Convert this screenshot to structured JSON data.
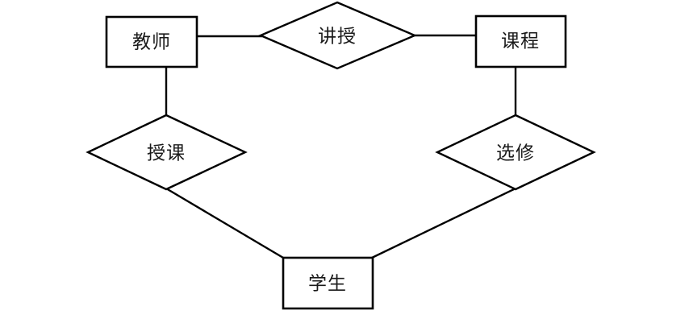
{
  "diagram": {
    "kind": "entity-relationship-diagram",
    "background_color": "#ffffff",
    "line_color": "#000000",
    "text_color": "#1a1a1a",
    "entities": [
      {
        "id": "teacher",
        "label": "教师",
        "shape": "rectangle"
      },
      {
        "id": "course",
        "label": "课程",
        "shape": "rectangle"
      },
      {
        "id": "student",
        "label": "学生",
        "shape": "rectangle"
      }
    ],
    "relationships": [
      {
        "id": "lecture",
        "label": "讲授",
        "shape": "diamond"
      },
      {
        "id": "teaching",
        "label": "授课",
        "shape": "diamond"
      },
      {
        "id": "elective",
        "label": "选修",
        "shape": "diamond"
      }
    ],
    "connections": [
      {
        "from": "teacher",
        "to": "lecture"
      },
      {
        "from": "lecture",
        "to": "course"
      },
      {
        "from": "teacher",
        "to": "teaching"
      },
      {
        "from": "course",
        "to": "elective"
      },
      {
        "from": "teaching",
        "to": "student"
      },
      {
        "from": "elective",
        "to": "student"
      }
    ]
  }
}
